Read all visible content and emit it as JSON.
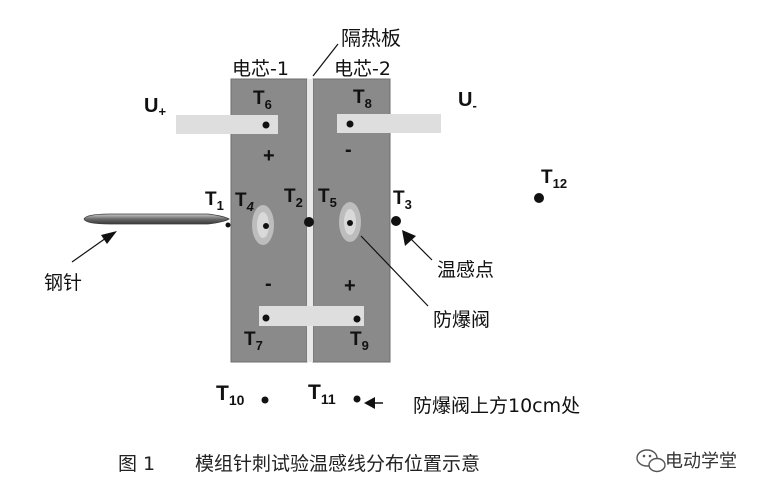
{
  "labels": {
    "insulation_board": "隔热板",
    "cell_1": "电芯-1",
    "cell_2": "电芯-2",
    "u_plus": "U",
    "u_plus_sub": "+",
    "u_minus": "U",
    "u_minus_sub": "-",
    "cell1_top_sign": "+",
    "cell1_bottom_sign": "-",
    "cell2_top_sign": "-",
    "cell2_bottom_sign": "+",
    "steel_needle": "钢针",
    "temp_point": "温感点",
    "vent_valve": "防爆阀",
    "above_vent": "防爆阀上方10cm处"
  },
  "sensors": [
    {
      "id": "T1",
      "main": "T",
      "sub": "1"
    },
    {
      "id": "T2",
      "main": "T",
      "sub": "2"
    },
    {
      "id": "T3",
      "main": "T",
      "sub": "3"
    },
    {
      "id": "T4",
      "main": "T",
      "sub": "4"
    },
    {
      "id": "T5",
      "main": "T",
      "sub": "5"
    },
    {
      "id": "T6",
      "main": "T",
      "sub": "6"
    },
    {
      "id": "T7",
      "main": "T",
      "sub": "7"
    },
    {
      "id": "T8",
      "main": "T",
      "sub": "8"
    },
    {
      "id": "T9",
      "main": "T",
      "sub": "9"
    },
    {
      "id": "T10",
      "main": "T",
      "sub": "10"
    },
    {
      "id": "T11",
      "main": "T",
      "sub": "11"
    },
    {
      "id": "T12",
      "main": "T",
      "sub": "12"
    }
  ],
  "caption": {
    "figure_no": "图 1",
    "title": "模组针刺试验温感线分布位置示意"
  },
  "watermark": {
    "text": "电动学堂",
    "icon": "wechat-icon"
  },
  "colors": {
    "cell_fill": "#8a8a8a",
    "cell_border": "#6e6e6e",
    "insulation_board": "#e8e8e8",
    "busbar": "#dedede",
    "vent": "#d9d9d9",
    "vent_ring": "#bdbdbd"
  }
}
